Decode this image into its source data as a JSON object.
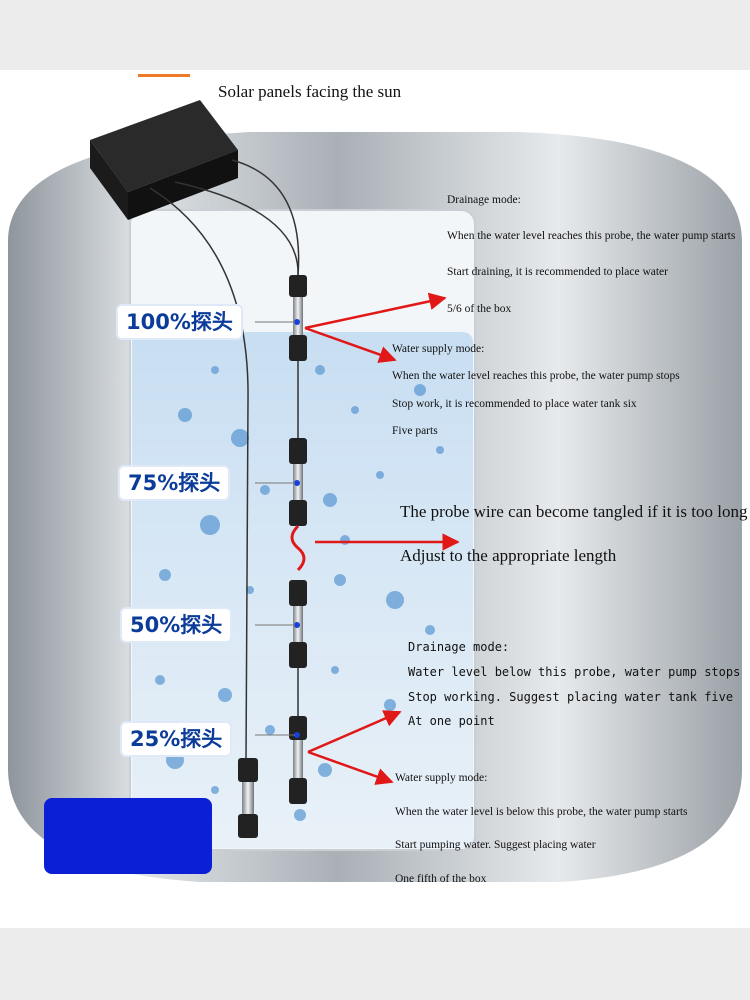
{
  "title": "Solar panels facing the sun",
  "probes": [
    {
      "label": "100%探头"
    },
    {
      "label": "75%探头"
    },
    {
      "label": "50%探头"
    },
    {
      "label": "25%探头"
    }
  ],
  "note_top": {
    "drainage_heading": "Drainage mode:",
    "drainage_line1": "When the water level reaches this probe, the water pump starts",
    "drainage_line2": "Start draining, it is recommended to place water",
    "drainage_line3": "5/6 of the box",
    "supply_heading": "Water supply mode:",
    "supply_line1": "When the water level reaches this probe, the water pump stops",
    "supply_line2": "Stop work, it is recommended to place water tank six",
    "supply_line3": "Five parts"
  },
  "note_middle": {
    "line1": "The probe wire can become tangled if it is too long",
    "line2": "Adjust to the appropriate length"
  },
  "note_lower": {
    "drainage_heading": "Drainage mode:",
    "drainage_line1": "Water level below this probe, water pump stops",
    "drainage_line2": "Stop working. Suggest placing water tank five",
    "drainage_line3": "At one point"
  },
  "note_bottom": {
    "supply_heading": "Water supply mode:",
    "supply_line1": "When the water level is below this probe, the water pump starts",
    "supply_line2": "Start pumping water. Suggest placing water",
    "supply_line3": "One fifth of the box"
  },
  "colors": {
    "arrow": "#e01818",
    "badge_text": "#0c3c9a",
    "blue_box": "#0a1fd6"
  }
}
